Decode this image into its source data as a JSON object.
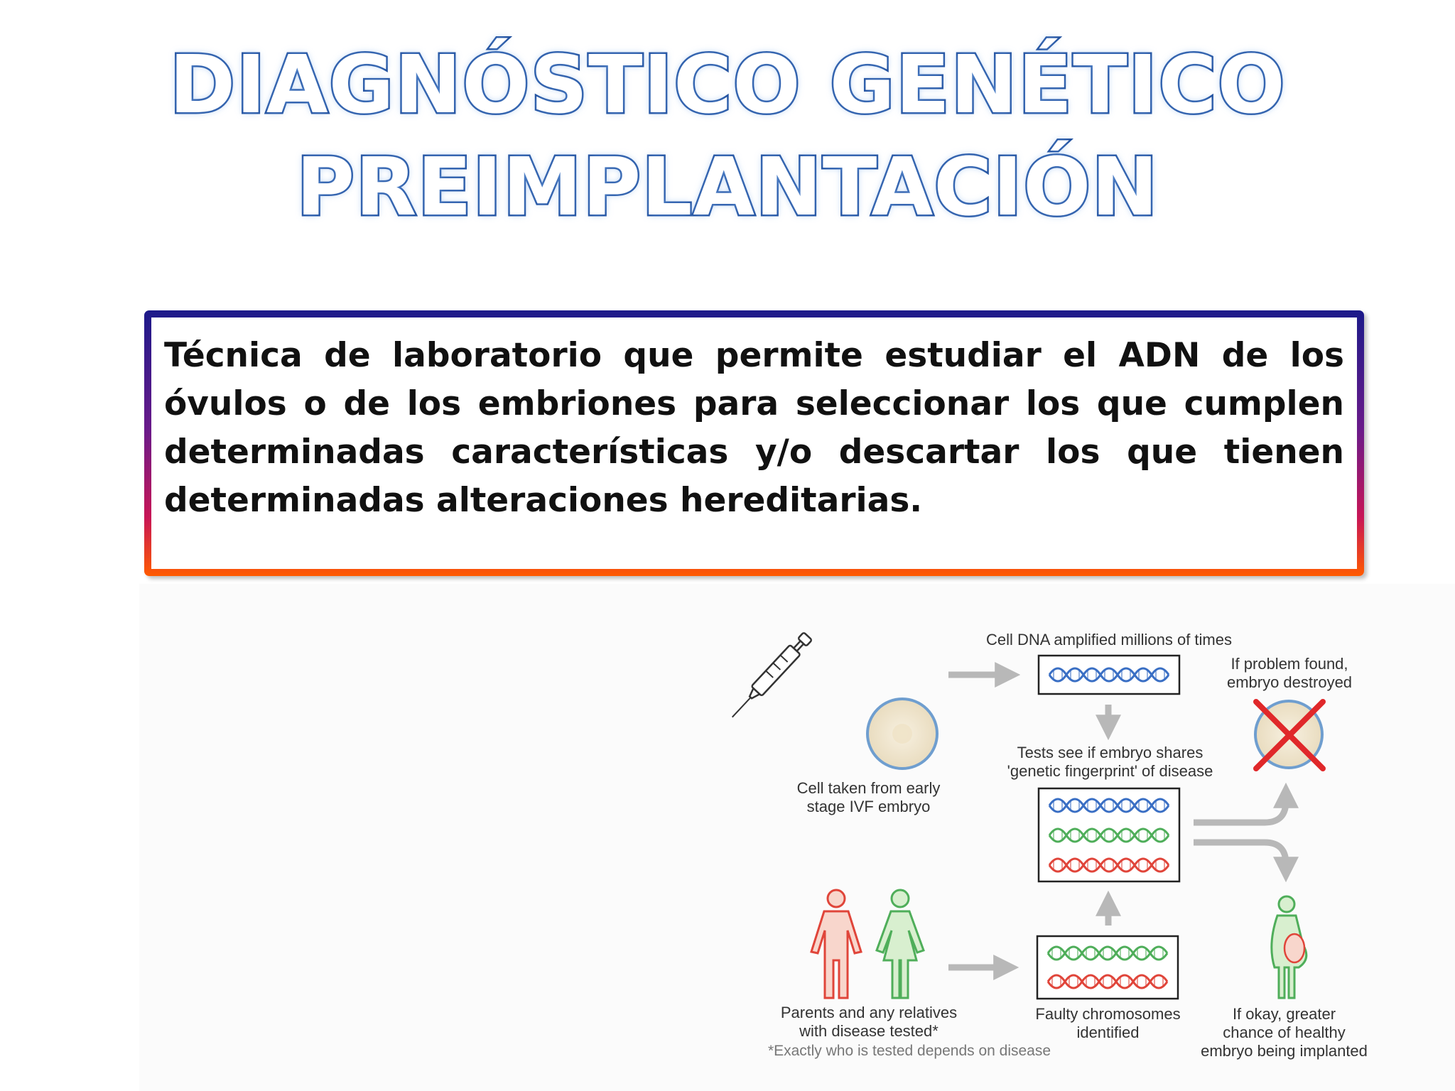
{
  "title": {
    "line1": "DIAGNÓSTICO GENÉTICO",
    "line2": "PREIMPLANTACIÓN"
  },
  "definition": "Técnica de laboratorio que permite estudiar el ADN de los óvulos o de los embriones para seleccionar los que cumplen determinadas características y/o descartar los que tienen determinadas alteraciones hereditarias.",
  "diagram": {
    "amplified_label": "Cell DNA amplified millions of times",
    "problem_label_1": "If problem found,",
    "problem_label_2": "embryo destroyed",
    "tests_label_1": "Tests see if embryo shares",
    "tests_label_2": "'genetic fingerprint' of disease",
    "cell_label_1": "Cell taken from early",
    "cell_label_2": "stage IVF embryo",
    "parents_label_1": "Parents and any relatives",
    "parents_label_2": "with disease tested*",
    "faulty_label_1": "Faulty chromosomes",
    "faulty_label_2": "identified",
    "okay_label_1": "If okay, greater",
    "okay_label_2": "chance of healthy",
    "okay_label_3": "embryo being implanted",
    "footnote": "*Exactly who is tested depends on disease",
    "colors": {
      "dna_blue": "#3a6fc4",
      "dna_green": "#4fae5a",
      "dna_red": "#e0453a",
      "cross_red": "#e0282a",
      "arrow_gray": "#b8b8b8",
      "embryo_fill": "#f1e6cf",
      "embryo_stroke": "#6f9ecf"
    }
  }
}
